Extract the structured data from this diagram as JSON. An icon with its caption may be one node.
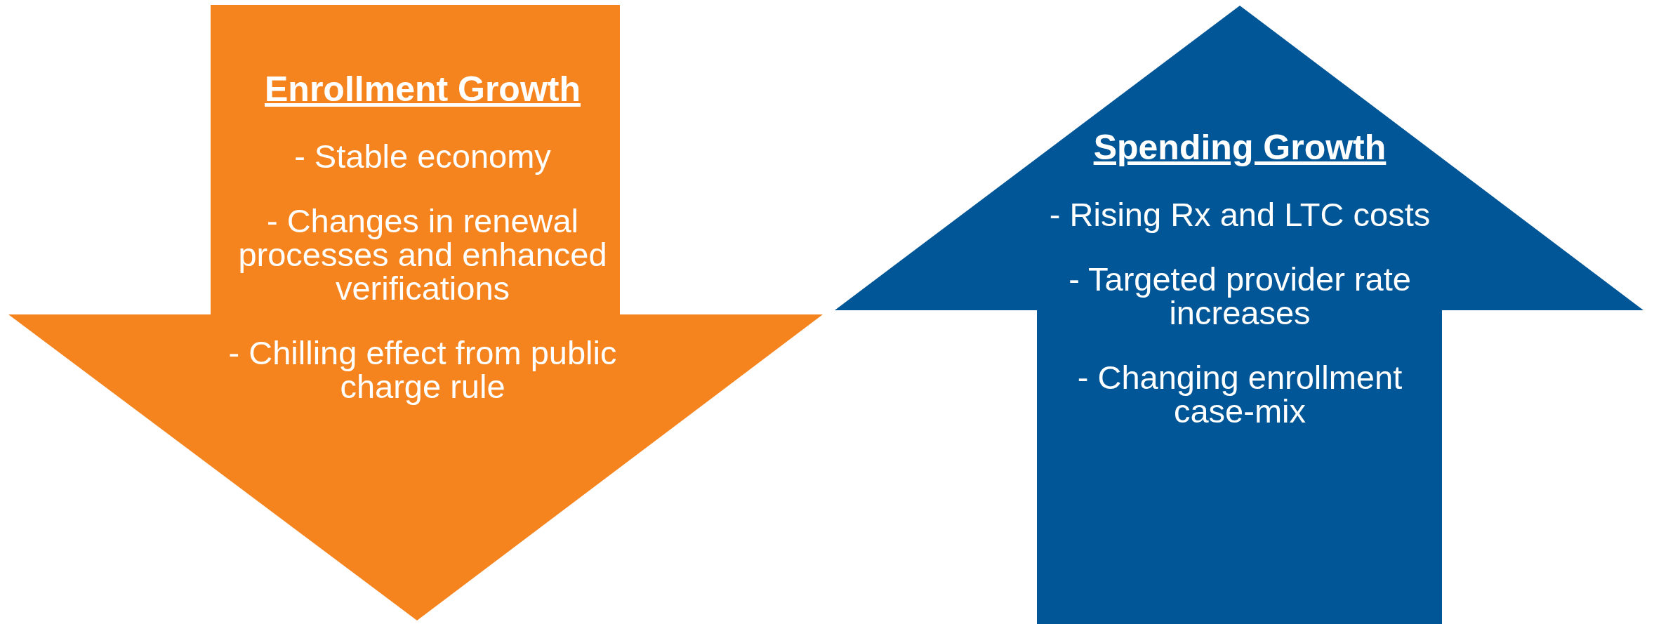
{
  "diagram": {
    "nodes": [
      {
        "text": [
          "Enrollment Growth",
          "- Stable economy",
          "- Changes in renewal processes and enhanced verifications",
          "- Chilling effect from public charge rule"
        ]
      },
      {
        "text": [
          "Spending Growth",
          "- Rising Rx and LTC costs",
          "- Targeted provider rate increases",
          "- Changing enrollment case-mix"
        ]
      }
    ]
  }
}
